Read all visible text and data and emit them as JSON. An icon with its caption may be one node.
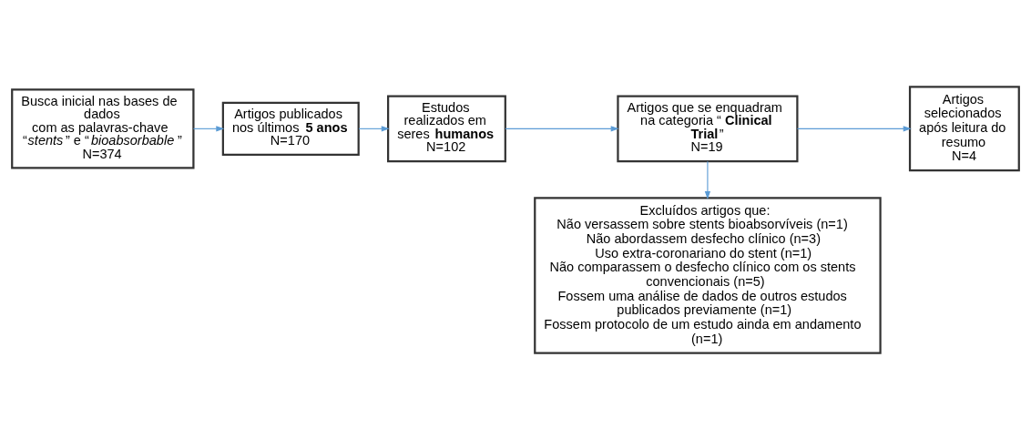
{
  "diagram": {
    "nodes": [
      {
        "text": [
          "Busca inicial nas bases de dados",
          "com as palavras-chave “*stents*” e “*bioabsorbable*”",
          "N=374"
        ]
      },
      {
        "text": [
          "Artigos publicados nos últimos **5 anos**",
          "N=170"
        ]
      },
      {
        "text": [
          "Estudos realizados em seres **humanos**",
          "N=102"
        ]
      },
      {
        "text": [
          "Artigos que se enquadram na categoria “**Clinical Trial**”",
          "N=19"
        ]
      },
      {
        "text": [
          "Artigos selecionados após leitura do resumo",
          "N=4"
        ]
      },
      {
        "text": [
          "Excluídos artigos que:",
          "Não versassem sobre stents bioabsorvíveis (n=1)",
          "Não abordassem desfecho clínico (n=3)",
          "Uso extra-coronariano do stent (n=1)",
          "Não comparassem o desfecho clínico com os stents convencionais (n=5)",
          "Fossem uma análise de dados de outros estudos publicados previamente (n=1)",
          "Fossem protocolo de um estudo ainda em andamento (n=1)"
        ]
      }
    ],
    "edges": [
      {
        "from": 0,
        "to": 1,
        "arrow": "to"
      },
      {
        "from": 1,
        "to": 2,
        "arrow": "to"
      },
      {
        "from": 2,
        "to": 3,
        "arrow": "to"
      },
      {
        "from": 3,
        "to": 4,
        "arrow": "to"
      },
      {
        "from": 3,
        "to": 5,
        "arrow": "to"
      }
    ]
  }
}
